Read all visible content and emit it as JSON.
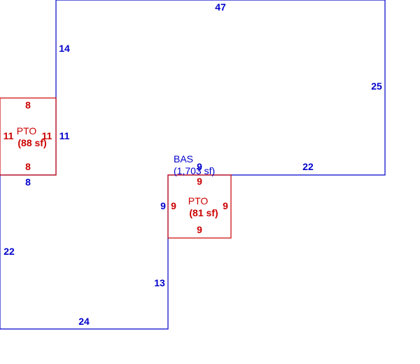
{
  "colors": {
    "main": "#0000cc",
    "porch": "#cc0000",
    "background": "#ffffff"
  },
  "main_area": {
    "code": "BAS",
    "area": "(1,703 sf)",
    "dims": {
      "top": "47",
      "right": "25",
      "inner_step_top": "22",
      "inner_step_right": "9",
      "inner_step_lower": "13",
      "bottom": "24",
      "left_lower": "22",
      "left_notch_bottom": "8",
      "left_notch_side": "11",
      "left_upper": "14"
    }
  },
  "porch_left": {
    "code": "PTO",
    "area": "(88 sf)",
    "dims": {
      "top": "8",
      "bottom": "8",
      "left": "11",
      "right": "11"
    }
  },
  "porch_center": {
    "code": "PTO",
    "area": "(81 sf)",
    "dims": {
      "top": "9",
      "bottom": "9",
      "left": "9",
      "right": "9"
    }
  }
}
